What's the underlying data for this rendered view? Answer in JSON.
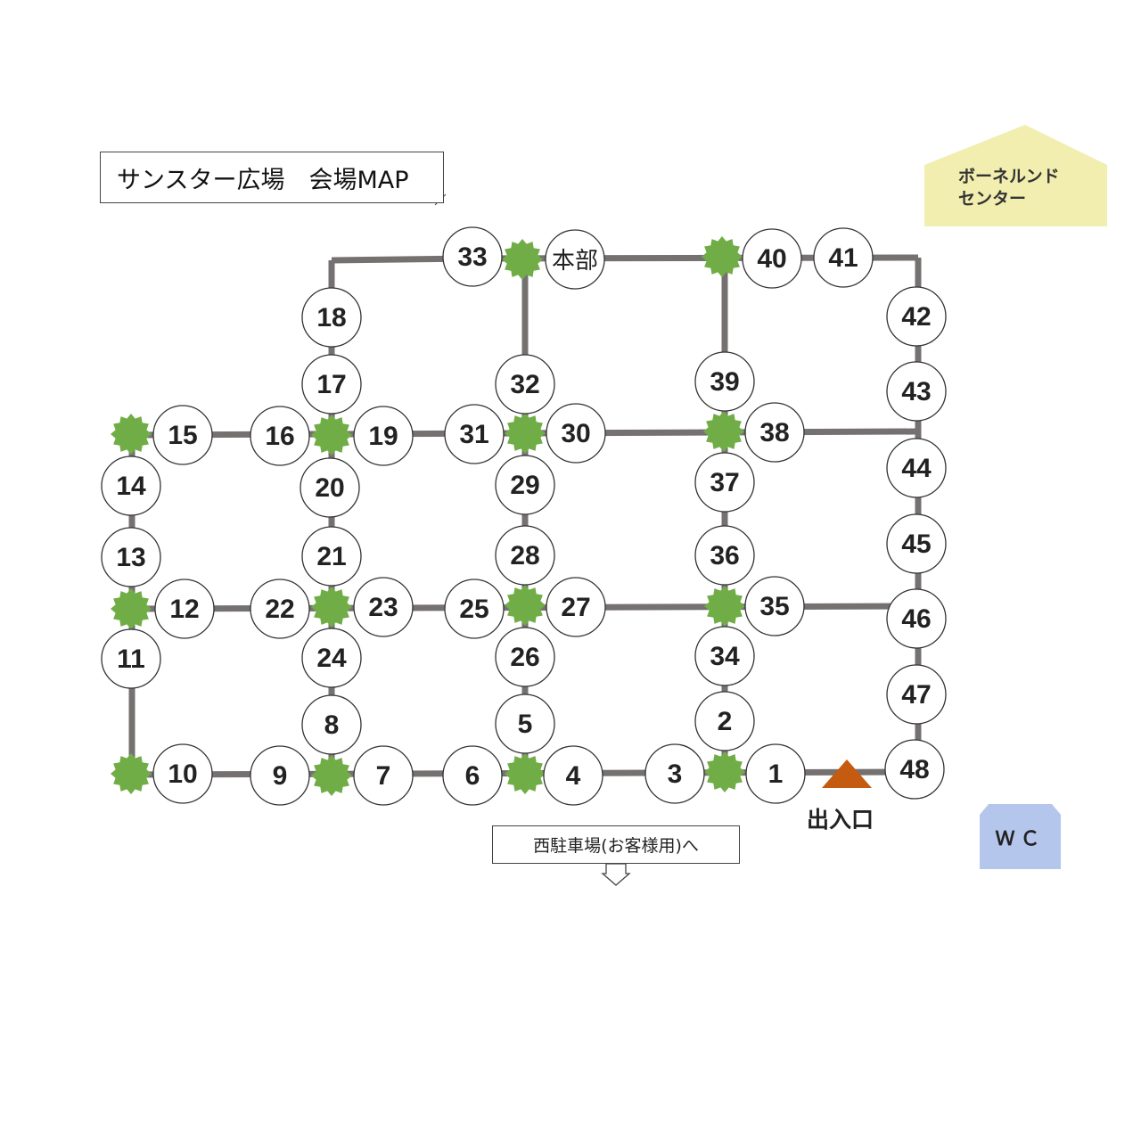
{
  "title": "サンスター広場　会場MAP",
  "borneo_center": {
    "line1": "ボーネルンド",
    "line2": "センター"
  },
  "wc_label": "ＷＣ",
  "entrance_label": "出入口",
  "parking_label": "西駐車場(お客様用)へ",
  "booths": [
    "1",
    "2",
    "3",
    "4",
    "5",
    "6",
    "7",
    "8",
    "9",
    "10",
    "11",
    "12",
    "13",
    "14",
    "15",
    "16",
    "17",
    "18",
    "19",
    "20",
    "21",
    "22",
    "23",
    "24",
    "25",
    "26",
    "27",
    "28",
    "29",
    "30",
    "31",
    "32",
    "33",
    "34",
    "35",
    "36",
    "37",
    "38",
    "39",
    "40",
    "41",
    "42",
    "43",
    "44",
    "45",
    "46",
    "47",
    "48",
    "本部"
  ],
  "colors": {
    "road": "#767171",
    "tree": "#70ad47",
    "entrance": "#c55a11",
    "borneo": "#f2eeb0",
    "wc": "#b4c6ec"
  }
}
